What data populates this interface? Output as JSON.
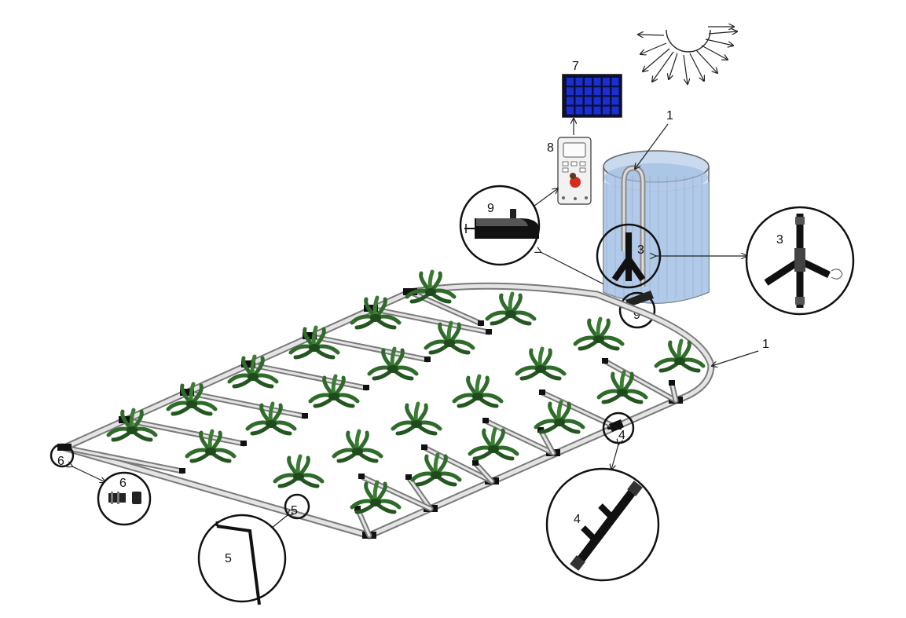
{
  "labels": {
    "pipe": "1",
    "tee": "3",
    "connector": "4",
    "emitter": "5",
    "end_plug": "6",
    "solar_panel": "7",
    "controller": "8",
    "pump": "9"
  },
  "colors": {
    "line": "#111111",
    "pipe": "#7a7a7a",
    "water": "#a9c4e6",
    "panel": "#0a0f3a",
    "panel_cell": "#1b2fd0",
    "plant": "#2f6b2a"
  },
  "icons": [
    "sun-icon",
    "solar-panel-icon",
    "controller-icon",
    "tank-icon",
    "pump-icon",
    "plant-icon"
  ]
}
